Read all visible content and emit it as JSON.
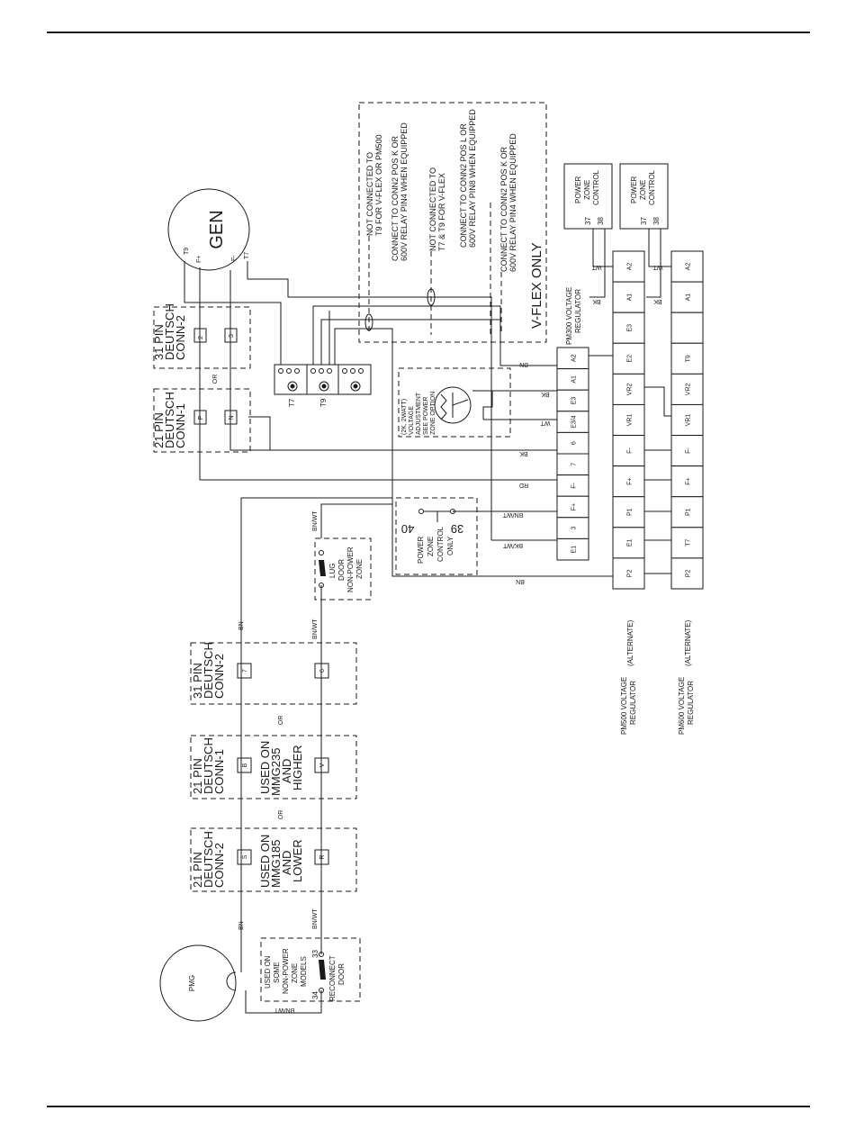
{
  "gen": {
    "label": "GEN",
    "t9": "T9",
    "fplus": "F+",
    "fminus": "F-",
    "t7": "T7"
  },
  "pmg": {
    "label": "PMG"
  },
  "conn_top_31": {
    "l1": "31 PIN",
    "l2": "DEUTSCH",
    "l3": "CONN-2",
    "pin_a": "2",
    "pin_b": "3"
  },
  "conn_top_21": {
    "l1": "21 PIN",
    "l2": "DEUTSCH",
    "l3": "CONN-1",
    "pin_a": "P",
    "pin_b": "N"
  },
  "or_label": "OR",
  "terminal": {
    "t7": "T7",
    "t9": "T9"
  },
  "notes": {
    "n1a": "NOT CONNECTED TO",
    "n1b": "T9 FOR V-FLEX OR PM500",
    "n2a": "CONNECT TO  CONN2 POS K OR",
    "n2b": "600V RELAY PIN4  WHEN EQUIPPED",
    "n3a": "NOT CONNECTED TO",
    "n3b": "T7 & T9 FOR V-FLEX",
    "n4a": "CONNECT TO  CONN2 POS L OR",
    "n4b": "600V RELAY PIN8  WHEN EQUIPPED",
    "n5a": "CONNECT TO  CONN2 POS K OR",
    "n5b": "600V RELAY PIN4  WHEN EQUIPPED",
    "vflex": "V-FLEX ONLY"
  },
  "rheostat": {
    "l1": "(2K, 2WATT)",
    "l2": "VOLTAGE",
    "l3": "ADJUSTMENT",
    "l4": "SEE POWER",
    "l5": "ZONE OPTION"
  },
  "pzc_small": {
    "l1": "POWER",
    "l2": "ZONE",
    "l3": "CONTROL",
    "l4": "ONLY",
    "p40": "40",
    "p39": "39"
  },
  "pzc1": {
    "l1": "POWER",
    "l2": "ZONE",
    "l3": "CONTROL",
    "p37": "37",
    "p38": "38"
  },
  "pzc2": {
    "l1": "POWER",
    "l2": "ZONE",
    "l3": "CONTROL",
    "p37": "37",
    "p38": "38"
  },
  "pm300": {
    "label1": "PM300 VOLTAGE",
    "label2": "REGULATOR",
    "terminals": [
      "A2",
      "A1",
      "E3",
      "E3/4",
      "6",
      "7",
      "F-",
      "F+",
      "3",
      "E1"
    ]
  },
  "pm500": {
    "label1": "PM500 VOLTAGE",
    "label2": "REGULATOR",
    "alt": "(ALTERNATE)",
    "terminals": [
      "A2",
      "A1",
      "E3",
      "E2",
      "VR2",
      "VR1",
      "F-",
      "F+",
      "P1",
      "E1",
      "P2"
    ]
  },
  "pm600": {
    "label1": "PM600 VOLTAGE",
    "label2": "REGULATOR",
    "alt": "(ALTERNATE)",
    "terminals": [
      "A2",
      "A1",
      "",
      "T9",
      "VR2",
      "VR1",
      "F-",
      "F+",
      "P1",
      "T7",
      "P2"
    ]
  },
  "wires": {
    "bn": "BN",
    "bk": "BK",
    "wt": "WT",
    "rd": "RD",
    "bnwt": "BN/WT",
    "bkwt": "BK/WT"
  },
  "lug_door": {
    "l1": "LUG",
    "l2": "DOOR",
    "l3": "NON-POWER",
    "l4": "ZONE"
  },
  "conn_mid_31": {
    "l1": "31 PIN",
    "l2": "DEUTSCH",
    "l3": "CONN-2",
    "pin_a": "7",
    "pin_b": "6"
  },
  "conn_mid_21": {
    "l1": "21 PIN",
    "l2": "DEUTSCH",
    "l3": "CONN-1",
    "l4": "USED ON",
    "l5": "MMG235",
    "l6": "AND",
    "l7": "HIGHER",
    "pin_a": "B",
    "pin_b": "V"
  },
  "conn_low_21": {
    "l1": "21 PIN",
    "l2": "DEUTSCH",
    "l3": "CONN-2",
    "l4": "USED ON",
    "l5": "MMG185",
    "l6": "AND",
    "l7": "LOWER",
    "pin_a": "S",
    "pin_b": "R"
  },
  "reconnect": {
    "l1": "USED ON",
    "l2": "SOME",
    "l3": "NON-POWER",
    "l4": "ZONE",
    "l5": "MODELS",
    "l6": "RECONNECT",
    "l7": "DOOR",
    "p33": "33",
    "p34": "34"
  }
}
